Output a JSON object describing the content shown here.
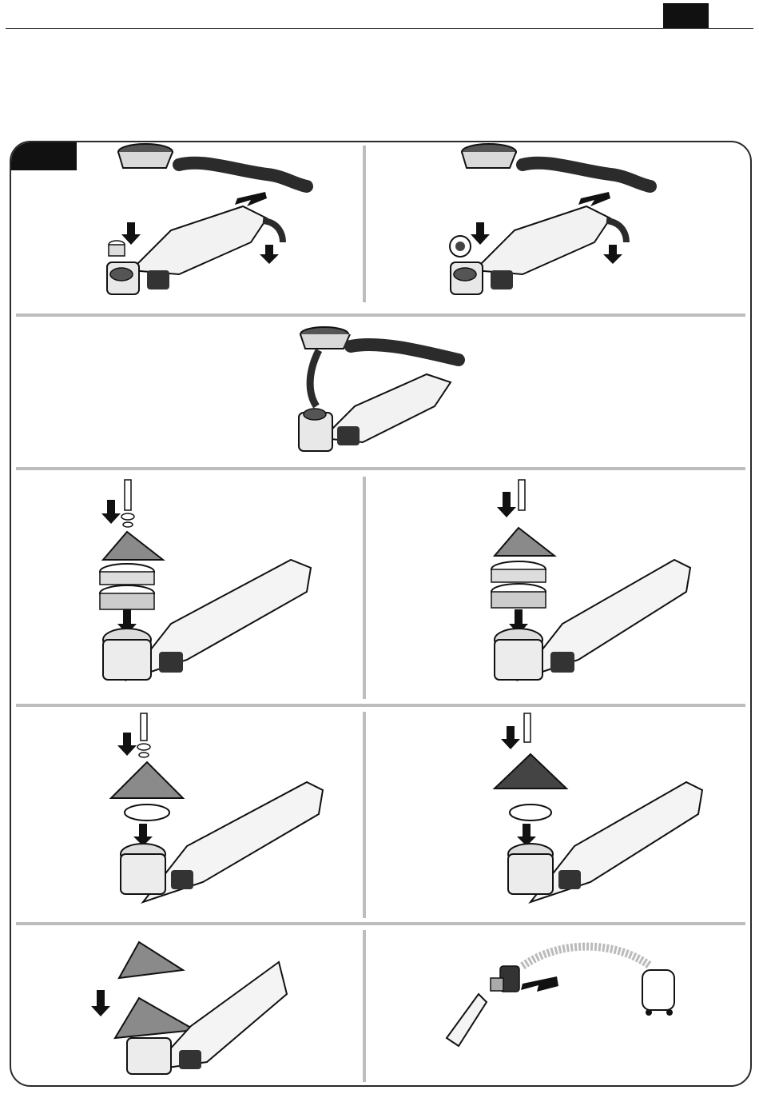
{
  "header": {
    "page_tab_label": ""
  },
  "figure": {
    "tab_label": ""
  },
  "panels": [
    {
      "id": "1",
      "content": "dust-extraction-hood-with-round-adapter"
    },
    {
      "id": "2",
      "content": "dust-extraction-hood-with-star-adapter"
    },
    {
      "id": "3",
      "content": "dust-extraction-hood-fitted"
    },
    {
      "id": "4",
      "content": "sanding-pad-fitting-with-washers"
    },
    {
      "id": "5",
      "content": "sanding-pad-fitting-with-countersunk-screw"
    },
    {
      "id": "6",
      "content": "perforated-pad-fitting-with-ring"
    },
    {
      "id": "7",
      "content": "solid-pad-fitting-with-ring"
    },
    {
      "id": "8",
      "content": "sanding-sheet-velcro-attachment"
    },
    {
      "id": "9",
      "content": "dust-extractor-hose-connection"
    }
  ],
  "colors": {
    "ink": "#111111",
    "separator": "#bdbdbd",
    "pad_gray": "#8a8a8a",
    "hose": "#2b2b2b"
  }
}
